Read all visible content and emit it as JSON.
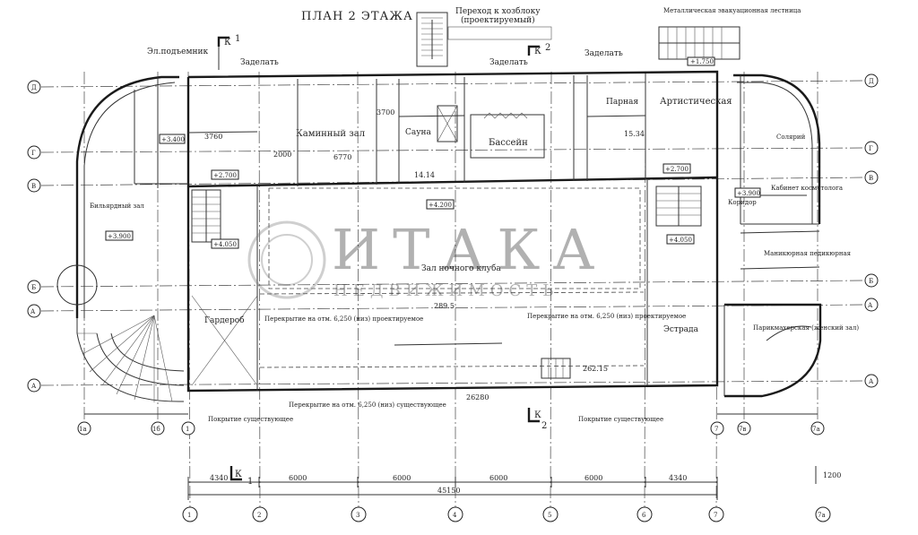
{
  "title": "ПЛАН 2 ЭТАЖА",
  "watermark": {
    "main": "ИТАКА",
    "sub": "НЕДВИЖИМОСТЬ"
  },
  "notes": {
    "perekhod": "Переход к хозблоку",
    "perekhod_sub": "(проектируемый)",
    "metal_stair": "Металлическая эвакуационная лестница",
    "zadelat_1": "Заделать",
    "zadelat_2": "Заделать",
    "zadelat_3": "Заделать",
    "el_podyemnik": "Эл.подъемник",
    "perekrytie_proj_1": "Перекрытие на отм. 6,250 (низ) проектируемое",
    "perekrytie_proj_2": "Перекрытие на отм. 6,250 (низ) проектируемое",
    "perekrytie_exist": "Перекрытие на отм. 6,250 (низ) существующее",
    "pokrytie_1": "Покрытие существующее",
    "pokrytie_2": "Покрытие существующее"
  },
  "rooms": {
    "kaminny": "Каминный зал",
    "sauna": "Сауна",
    "basseyn": "Бассейн",
    "parnaya": "Парная",
    "artisticheskaya": "Артистическая",
    "billiard": "Бильярдный зал",
    "zal_klub": "Зал ночного клуба",
    "garderob": "Гардероб",
    "estrada": "Эстрада",
    "solyariy": "Солярий",
    "koridor": "Коридор",
    "kabinet": "Кабинет косметолога",
    "manikur": "Маникюрная педикюрная",
    "parikmakher": "Парикмахерская (женский зал)"
  },
  "levels": {
    "l1": "+2.700",
    "l2": "+2.700",
    "l3": "+3.900",
    "l4": "+4.200",
    "l5": "+4.050",
    "l6": "+4.050",
    "l7": "+3.400",
    "l8": "+1.750",
    "l9": "+3.900"
  },
  "section_marks": {
    "k1_top": "1",
    "k1_bottom": "1",
    "k2_top": "2",
    "k2_bottom": "2",
    "k_letter": "К"
  },
  "axes_numeric": [
    "1",
    "2",
    "3",
    "4",
    "5",
    "6",
    "7",
    "7а"
  ],
  "axes_left_bubbles": [
    "1а",
    "1б",
    "1"
  ],
  "axes_right_bubbles": [
    "7",
    "7в",
    "7а"
  ],
  "axes_letters_left": [
    "Д",
    "Г",
    "В",
    "Б",
    "А",
    "А"
  ],
  "axes_letters_right": [
    "Д",
    "Г",
    "В",
    "Б",
    "А",
    "А"
  ],
  "dimensions": {
    "spans": [
      "4340",
      "6000",
      "6000",
      "6000",
      "6000",
      "4340"
    ],
    "total": "45150",
    "right_ext": "1200",
    "d1": "6770",
    "d2": "3700",
    "d3": "2000",
    "d4": "3760",
    "d5": "14.14",
    "d6": "15.34",
    "d7": "26280",
    "d8": "262.15",
    "d9": "289.5"
  }
}
